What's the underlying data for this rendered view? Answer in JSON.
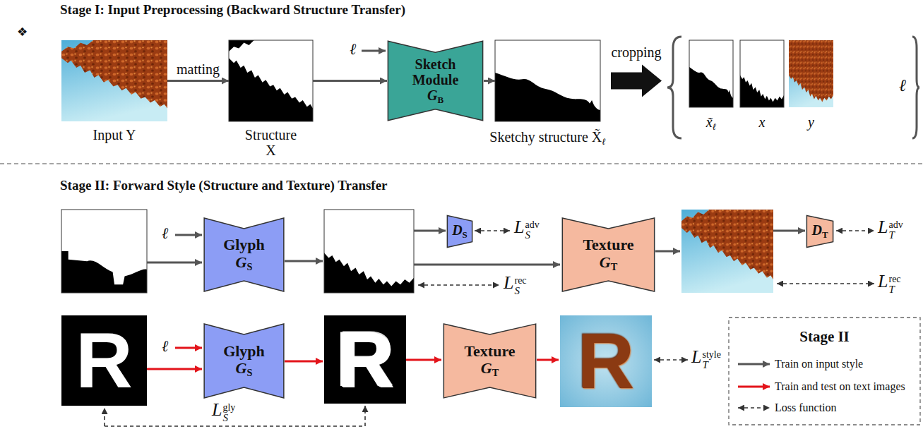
{
  "diagram": {
    "nodes": [
      {
        "text": [
          "Input Y"
        ]
      },
      {
        "text": [
          "Structure X"
        ]
      },
      {
        "text": [
          "Sketch Module",
          "G",
          "B"
        ]
      },
      {
        "text": [
          "Sketchy structure X̃",
          "ℓ"
        ]
      },
      {
        "text": [
          "ℓ"
        ]
      },
      {
        "text": [
          "x̃",
          "ℓ"
        ],
        "in": 4
      },
      {
        "text": [
          "x"
        ],
        "in": 4
      },
      {
        "text": [
          "y"
        ],
        "in": 4
      },
      {
        "text": [
          "Glyph",
          "G",
          "S"
        ]
      },
      {
        "text": [
          "D",
          "S"
        ]
      },
      {
        "text": [
          "Texture",
          "G",
          "T"
        ]
      },
      {
        "text": [
          "D",
          "T"
        ]
      },
      {
        "text": [
          "Glyph",
          "G",
          "S"
        ]
      },
      {
        "text": [
          "Texture",
          "G",
          "T"
        ]
      }
    ],
    "edges": [
      {
        "from": 0,
        "to": 1,
        "label": "matting",
        "arrow": "to"
      },
      {
        "from": 1,
        "to": 2,
        "arrow": "to"
      },
      {
        "from": 2,
        "to": 3,
        "arrow": "to"
      },
      {
        "from": 3,
        "to": 4,
        "label": "cropping",
        "arrow": "to"
      }
    ],
    "labels": [
      "❖",
      "Stage I: Input Preprocessing (Backward Structure Transfer)",
      "ℓ",
      "Stage II: Forward Style (Structure and Texture) Transfer",
      "ℓ",
      "L",
      "S",
      "adv",
      "L",
      "S",
      "rec",
      "L",
      "T",
      "adv",
      "L",
      "T",
      "rec",
      "R",
      "ℓ",
      "R",
      "R",
      "L",
      "T",
      "style",
      "L",
      "S",
      "gly",
      "Stage II"
    ],
    "legend": [
      {
        "text": "Train on input style"
      },
      {
        "text": "Train and test on text images"
      },
      {
        "text": "Loss function"
      }
    ]
  }
}
